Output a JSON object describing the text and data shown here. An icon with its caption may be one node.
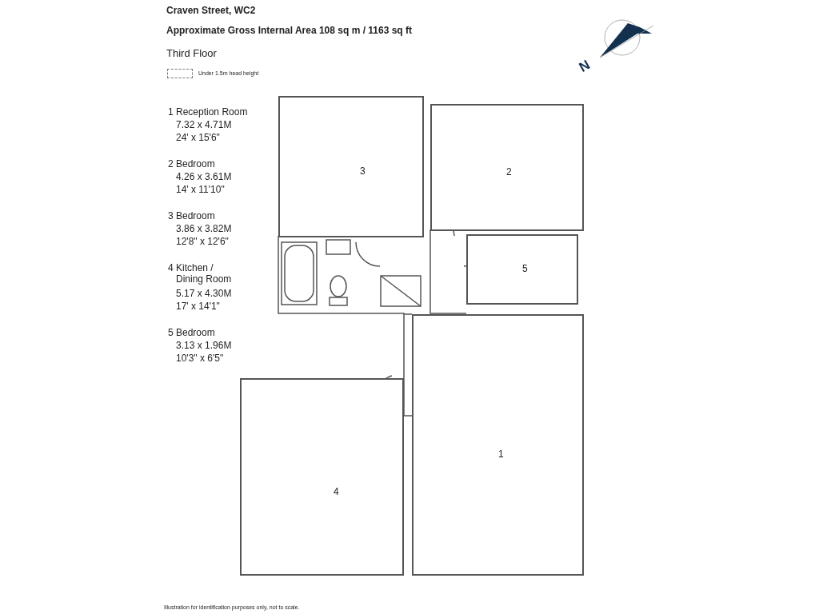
{
  "diagram": {
    "title": "Craven Street, WC2",
    "caption": "Illustration for identification purposes only, not to scale.",
    "nodes": [
      {
        "text": [
          "3"
        ]
      },
      {
        "text": [
          "2"
        ]
      },
      {
        "text": [
          "5"
        ]
      },
      {
        "text": [
          "1"
        ]
      },
      {
        "text": [
          "4"
        ]
      }
    ],
    "edges": [],
    "labels": [
      "Approximate Gross Internal Area 108 sq m / 1163 sq ft",
      "Third Floor",
      "N",
      "1 Reception Room",
      "7.32 x 4.71M",
      "24' x 15'6\"",
      "2 Bedroom",
      "4.26 x 3.61M",
      "14' x 11'10\"",
      "3 Bedroom",
      "3.86 x 3.82M",
      "12'8\" x 12'6\"",
      "4 Kitchen / Dining Room",
      "5.17 x 4.30M",
      "17' x 14'1\"",
      "5 Bedroom",
      "3.13 x 1.96M",
      "10'3\" x 6'5\""
    ],
    "legend": [
      {
        "text": "Under 1.5m head height"
      }
    ]
  }
}
